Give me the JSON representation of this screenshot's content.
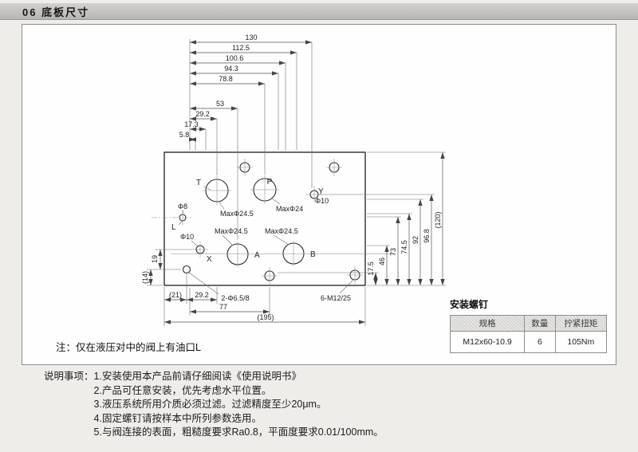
{
  "header": {
    "title": "06 底板尺寸"
  },
  "drawing": {
    "dims_top": [
      "130",
      "112.5",
      "100.6",
      "94.3",
      "78.8",
      "53",
      "29.2",
      "17.3",
      "5.8"
    ],
    "dims_right": [
      "17.5",
      "46",
      "73",
      "74.5",
      "92",
      "96.8",
      "(120)"
    ],
    "dims_bottom": [
      "(21)",
      "29.2",
      "2-Φ6.5/8",
      "77",
      "(195)",
      "6-M12/25"
    ],
    "dims_left": [
      "19",
      "(14)"
    ],
    "labels": {
      "t": "T",
      "p": "P",
      "y": "Y",
      "a": "A",
      "b": "B",
      "x": "X",
      "l": "L",
      "t_max": "MaxΦ24.5",
      "p_max": "MaxΦ24",
      "a_max": "MaxΦ24.5",
      "b_max": "MaxΦ24.5",
      "l_dia": "Φ8",
      "x_dia": "Φ10",
      "y_dia": "Φ10"
    },
    "note": "注：仅在液压对中的阀上有油口L"
  },
  "screw_table": {
    "title": "安装螺钉",
    "headers": [
      "规格",
      "数量",
      "拧紧扭矩"
    ],
    "row": [
      "M12x60-10.9",
      "6",
      "105Nm"
    ]
  },
  "notes": {
    "label": "说明事项：",
    "items": [
      "1.安装使用本产品前请仔细阅读《使用说明书》",
      "2.产品可任意安装，优先考虑水平位置。",
      "3.液压系统所用介质必须过滤。过滤精度至少20μm。",
      "4.固定螺钉请按样本中所列参数选用。",
      "5.与阀连接的表面，粗糙度要求Ra0.8，平面度要求0.01/100mm。"
    ]
  },
  "colors": {
    "header_bg": "#c4c3c1",
    "line": "#444444",
    "page_bg": "#efedea"
  }
}
